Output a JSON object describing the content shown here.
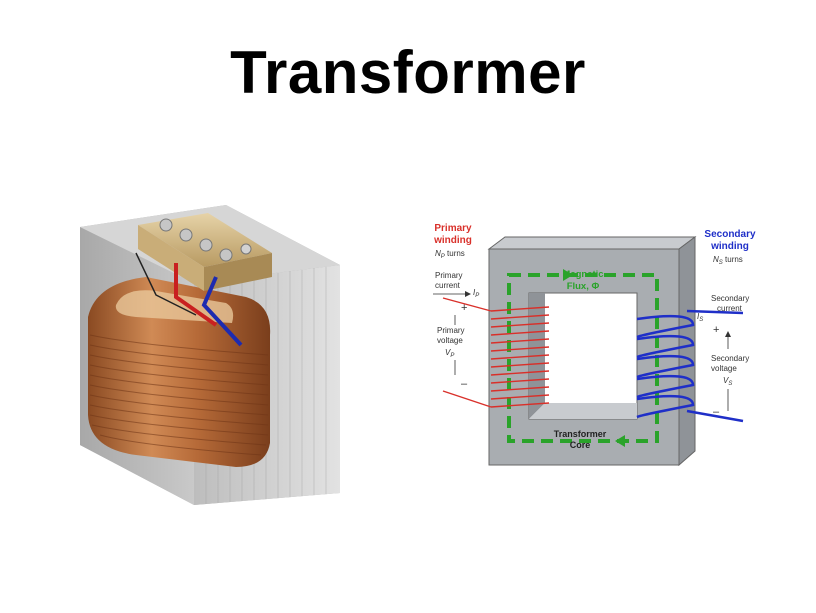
{
  "slide": {
    "title": "Transformer"
  },
  "diagram": {
    "primary_winding_title_line1": "Primary",
    "primary_winding_title_line2": "winding",
    "primary_turns": "N",
    "primary_turns_sub": "P",
    "primary_turns_word": " turns",
    "primary_current_line1": "Primary",
    "primary_current_line2": "current",
    "primary_current_symbol": "I",
    "primary_current_sub": "P",
    "primary_voltage_line1": "Primary",
    "primary_voltage_line2": "voltage",
    "primary_voltage_symbol": "V",
    "primary_voltage_sub": "P",
    "plus": "+",
    "minus": "–",
    "flux_line1": "Magnetic",
    "flux_line2": "Flux, Φ",
    "core_line1": "Transformer",
    "core_line2": "Core",
    "secondary_winding_title_line1": "Secondary",
    "secondary_winding_title_line2": "winding",
    "secondary_turns": "N",
    "secondary_turns_sub": "S",
    "secondary_turns_word": " turns",
    "secondary_current_line1": "Secondary",
    "secondary_current_line2": "current",
    "secondary_current_symbol": "I",
    "secondary_current_sub": "S",
    "secondary_voltage_line1": "Secondary",
    "secondary_voltage_line2": "voltage",
    "secondary_voltage_symbol": "V",
    "secondary_voltage_sub": "S"
  },
  "colors": {
    "primary": "#d9302a",
    "secondary": "#1f2fc8",
    "flux": "#2aa32a",
    "core": "#a9adb1",
    "copper": "#b86a3a"
  }
}
